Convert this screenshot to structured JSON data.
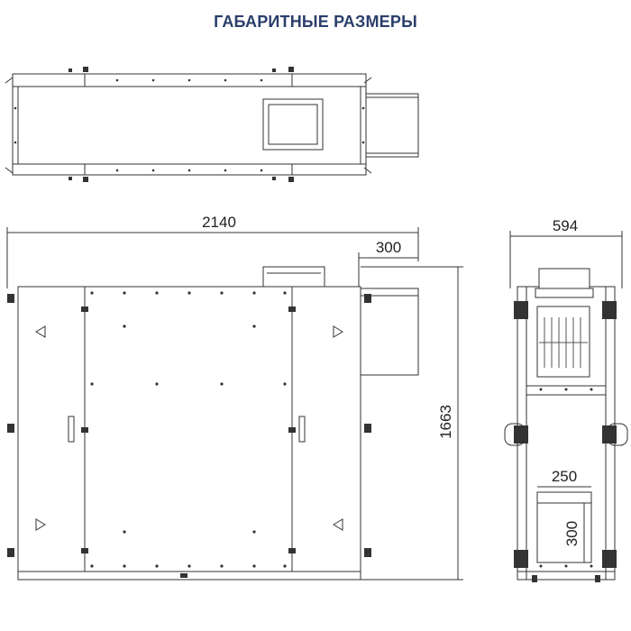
{
  "title": "ГАБАРИТНЫЕ РАЗМЕРЫ",
  "views": {
    "top_view": {
      "label": "top-view"
    },
    "front_view": {
      "width_dim": "2140",
      "duct_offset_dim": "300",
      "height_dim": "1663"
    },
    "side_view": {
      "width_dim": "594",
      "opening_width_dim": "250",
      "opening_height_dim": "300"
    }
  },
  "colors": {
    "title": "#2a3f6b",
    "line": "#333333",
    "fill": "#ffffff"
  }
}
